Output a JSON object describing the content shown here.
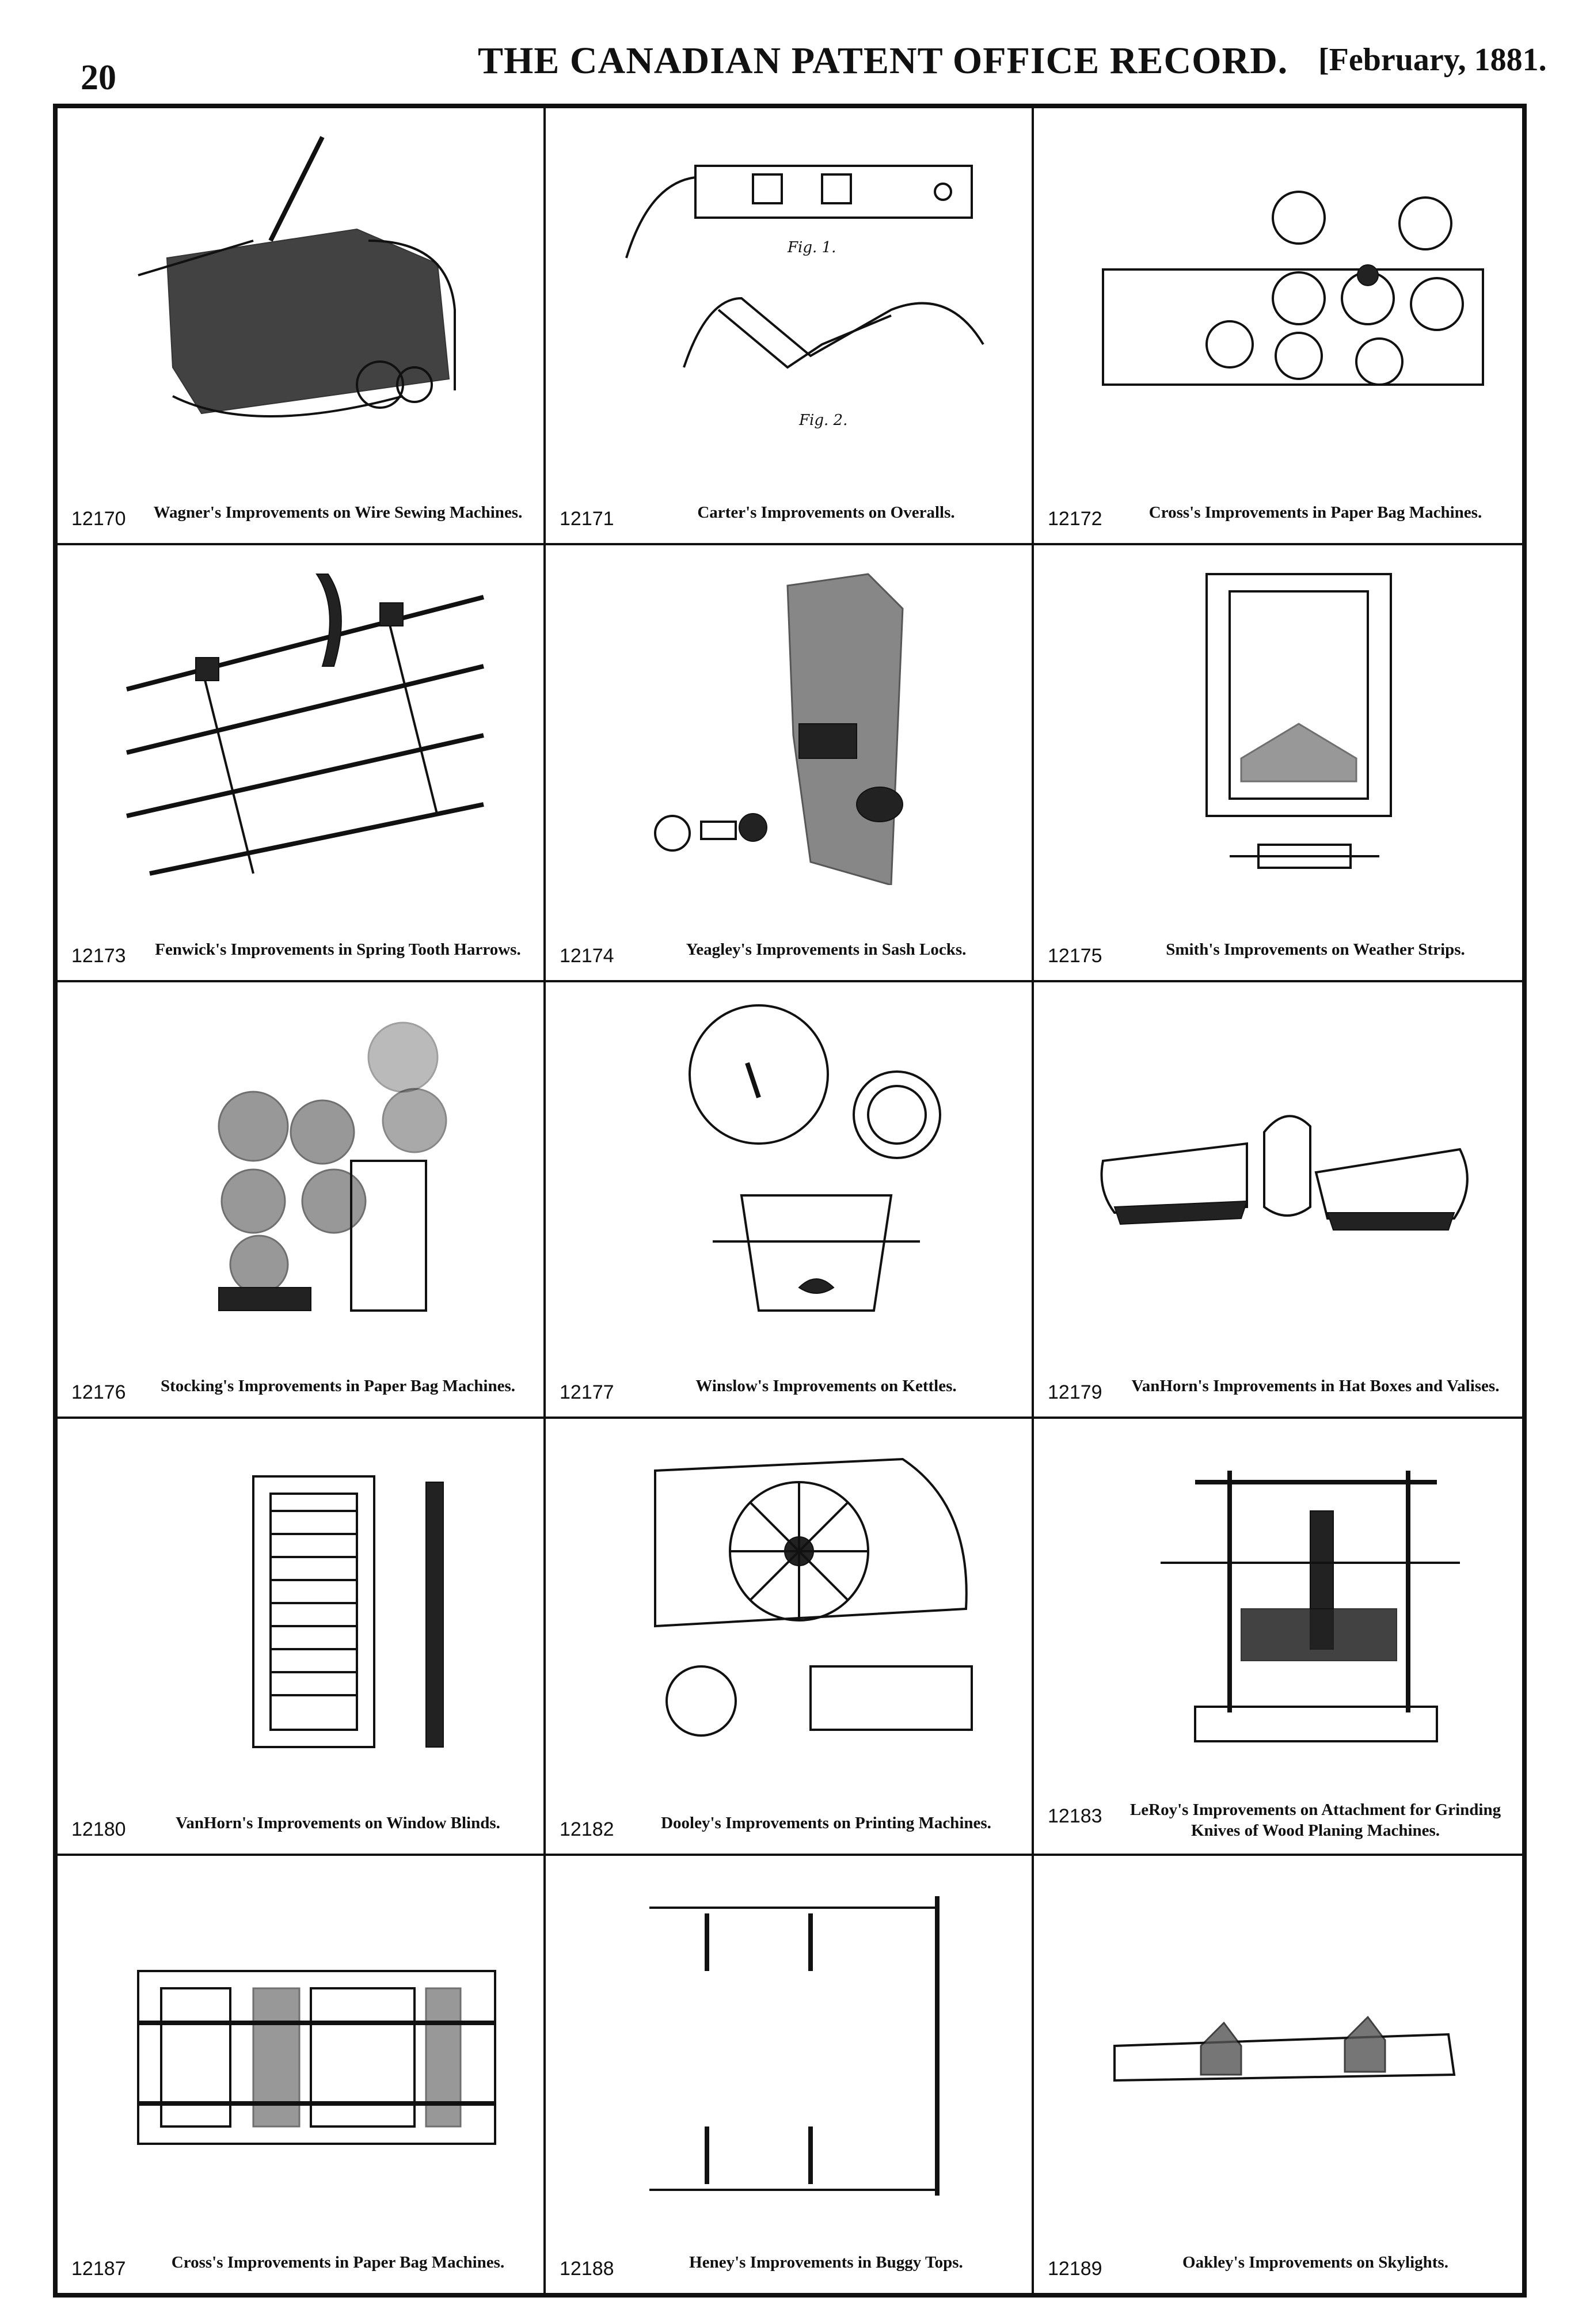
{
  "header": {
    "page_number": "20",
    "title": "THE CANADIAN PATENT OFFICE RECORD.",
    "date": "[February, 1881."
  },
  "patents": [
    {
      "number": "12170",
      "title": "Wagner's Improvements on Wire Sewing Machines."
    },
    {
      "number": "12171",
      "title": "Carter's Improvements on Overalls."
    },
    {
      "number": "12172",
      "title": "Cross's Improvements in Paper Bag Machines."
    },
    {
      "number": "12173",
      "title": "Fenwick's Improvements in Spring Tooth Harrows."
    },
    {
      "number": "12174",
      "title": "Yeagley's Improvements in Sash Locks."
    },
    {
      "number": "12175",
      "title": "Smith's Improvements on Weather Strips."
    },
    {
      "number": "12176",
      "title": "Stocking's Improvements in Paper Bag Machines."
    },
    {
      "number": "12177",
      "title": "Winslow's Improvements on Kettles."
    },
    {
      "number": "12179",
      "title": "VanHorn's Improvements in Hat Boxes and Valises."
    },
    {
      "number": "12180",
      "title": "VanHorn's Improvements on Window Blinds."
    },
    {
      "number": "12182",
      "title": "Dooley's Improvements on Printing Machines."
    },
    {
      "number": "12183",
      "title": "LeRoy's Improvements on Attachment for Grinding Knives of Wood Planing Machines."
    },
    {
      "number": "12187",
      "title": "Cross's Improvements in Paper Bag Machines."
    },
    {
      "number": "12188",
      "title": "Heney's Improvements in Buggy Tops."
    },
    {
      "number": "12189",
      "title": "Oakley's Improvements on Skylights."
    }
  ],
  "figure_labels": {
    "fig1": "Fig. 1.",
    "fig2": "Fig. 2."
  }
}
